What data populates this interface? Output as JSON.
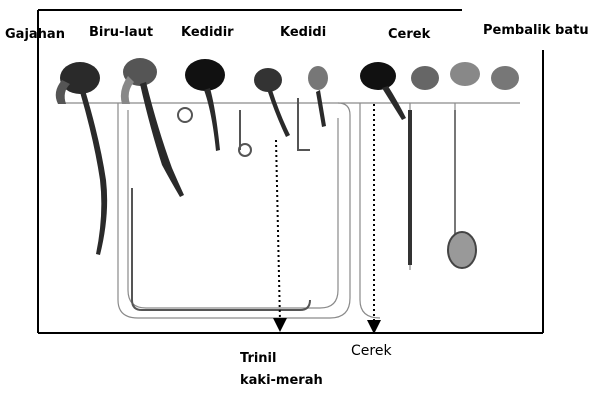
{
  "figure": {
    "top_labels": [
      {
        "id": "gajahan",
        "text": "Gajahan"
      },
      {
        "id": "biru-laut",
        "text": "Biru-laut"
      },
      {
        "id": "kedidir",
        "text": "Kedidir"
      },
      {
        "id": "kedidi",
        "text": "Kedidi"
      },
      {
        "id": "cerek-top",
        "text": "Cerek"
      },
      {
        "id": "pembalik-batu",
        "text": "Pembalik batu"
      }
    ],
    "bottom_labels": [
      {
        "id": "trinil-kaki-merah",
        "text": "Trinil"
      },
      {
        "id": "trinil-kaki-merah-2",
        "text": "kaki-merah"
      },
      {
        "id": "cerek-bottom",
        "text": "Cerek"
      }
    ],
    "colors": {
      "ink": "#000000",
      "sketch": "#2a2a2a",
      "light_sketch": "#8a8a8a",
      "background": "#ffffff"
    }
  }
}
